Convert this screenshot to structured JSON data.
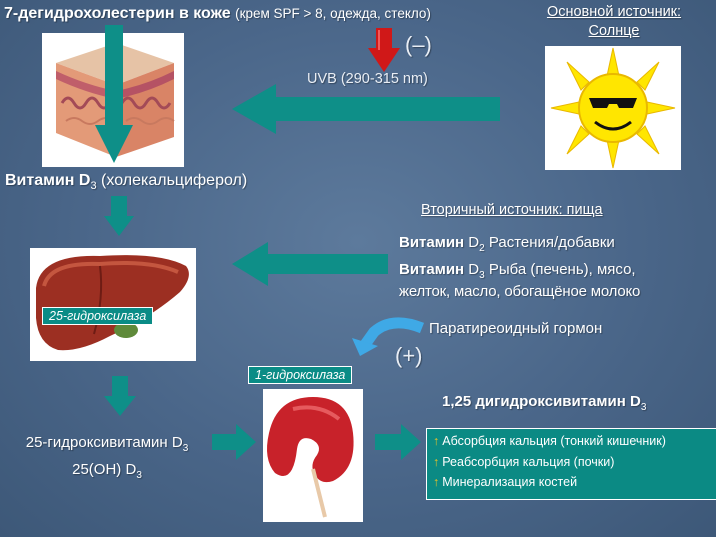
{
  "colors": {
    "background": "#4d6a8c",
    "arrow_teal": "#0e8f88",
    "enzyme_box": "#0a8c86",
    "inhibit_arrow": "#d01818",
    "sun_yellow": "#ffe600",
    "up_arrow": "#e8c12a"
  },
  "skin": {
    "title_bold": "7-дегидрохолестерин в коже",
    "title_note": "(крем SPF > 8, одежда, стекло)",
    "inhibition": "(–)"
  },
  "sun": {
    "label_line1": "Основной источник:",
    "label_line2": "Солнце"
  },
  "uvb": {
    "label": "UVB (290-315 nm)"
  },
  "vitamin_d3": {
    "name_bold": "Витамин D",
    "subscript": "3",
    "name_rest": "(холекальциферол)"
  },
  "food": {
    "header": "Вторичный источник: пища",
    "line1_bold": "Витамин",
    "line1_d": "D",
    "line1_sub": "2",
    "line1_rest": "Растения/добавки",
    "line2_bold": "Витамин",
    "line2_d": "D",
    "line2_sub": "3",
    "line2_rest": "Рыба (печень), мясо,",
    "line3": "желток, масло, обогащёное молоко"
  },
  "liver": {
    "enzyme": "25-гидроксилаза"
  },
  "pth": {
    "label": "Паратиреоидный гормон",
    "stimulation": "(+)"
  },
  "kidney": {
    "enzyme": "1-гидроксилаза"
  },
  "hydroxy25": {
    "line1": "25-гидроксивитамин D",
    "line1_sub": "3",
    "line2": "25(OH) D",
    "line2_sub": "3"
  },
  "calcitriol": {
    "name": "1,25 дигидроксивитамин D",
    "sub": "3"
  },
  "effects": {
    "items": [
      "Абсорбция кальция (тонкий кишечник)",
      "Реабсорбция кальция (почки)",
      "Минерализация костей"
    ]
  }
}
